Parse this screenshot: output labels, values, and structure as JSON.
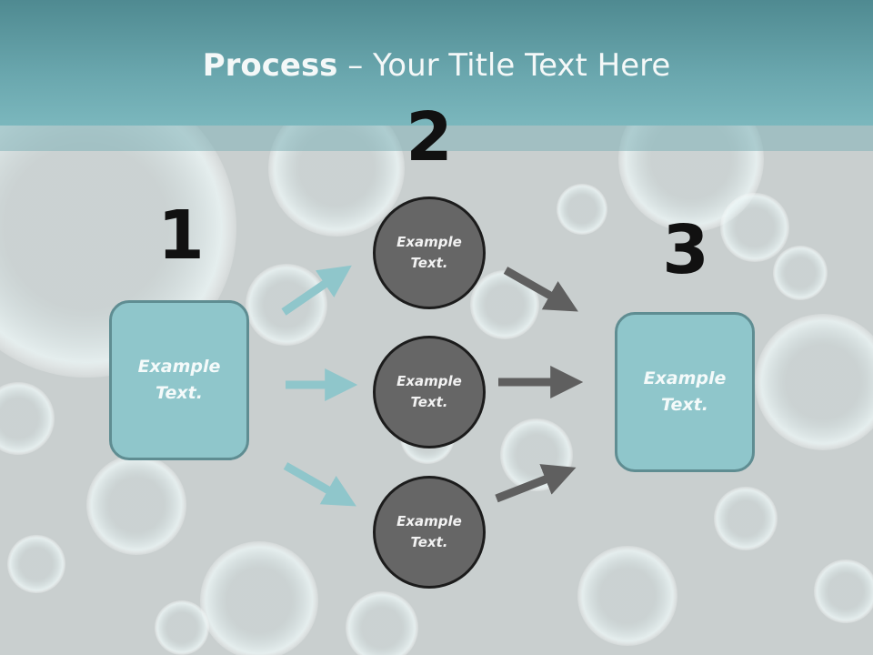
{
  "slide": {
    "title_bold": "Process",
    "title_rest": " – Your Title Text Here"
  },
  "steps": {
    "step1_number": "1",
    "step2_number": "2",
    "step3_number": "3"
  },
  "boxes": {
    "left_text": "Example\nText.",
    "right_text": "Example\nText."
  },
  "circles": [
    {
      "text": "Example\nText."
    },
    {
      "text": "Example\nText."
    },
    {
      "text": "Example\nText."
    }
  ],
  "colors": {
    "title_bar": "#6aa7ae",
    "box_fill": "#8fc6cb",
    "box_border": "#5f8d92",
    "circle_fill": "#666666",
    "circle_border": "#1c1c1c",
    "arrow_in": "#8fc6cb",
    "arrow_out": "#5f5f5f",
    "background": "#c9cfcf"
  }
}
